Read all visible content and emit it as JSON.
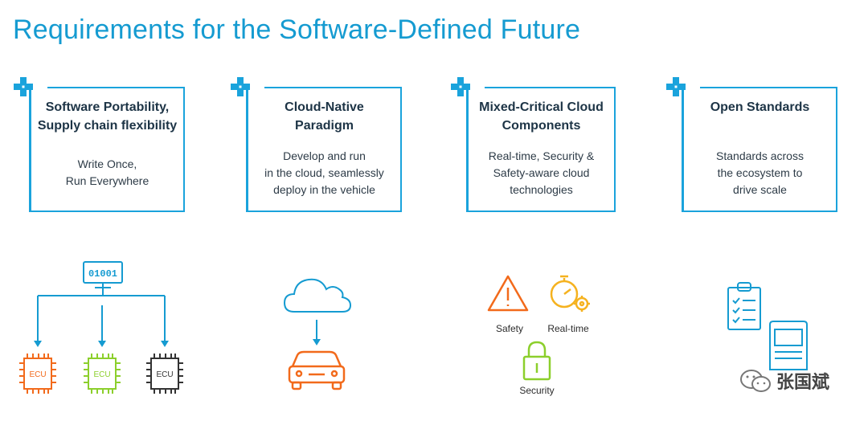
{
  "title": "Requirements for the Software-Defined Future",
  "colors": {
    "accent": "#159bd1",
    "orange": "#f26a1b",
    "green": "#8ccf2c",
    "dark": "#2c2c2c",
    "yellow": "#f5b21f"
  },
  "cards": [
    {
      "title_line1": "Software Portability,",
      "title_line2": "Supply chain flexibility",
      "body_line1": "Write Once,",
      "body_line2": "Run Everywhere",
      "body_line3": ""
    },
    {
      "title_line1": "Cloud-Native",
      "title_line2": "Paradigm",
      "body_line1": "Develop and run",
      "body_line2": "in the cloud, seamlessly",
      "body_line3": "deploy in the vehicle"
    },
    {
      "title_line1": "Mixed-Critical Cloud",
      "title_line2": "Components",
      "body_line1": "Real-time, Security &",
      "body_line2": "Safety-aware cloud",
      "body_line3": "technologies"
    },
    {
      "title_line1": "Open Standards",
      "title_line2": "",
      "body_line1": "Standards across",
      "body_line2": "the ecosystem to",
      "body_line3": "drive scale"
    }
  ],
  "illustrations": {
    "monitor_text": "01001",
    "ecu_label": "ECU",
    "safety_label": "Safety",
    "realtime_label": "Real-time",
    "security_label": "Security"
  },
  "watermark": {
    "text": "张国斌",
    "icon": "wechat-icon"
  }
}
